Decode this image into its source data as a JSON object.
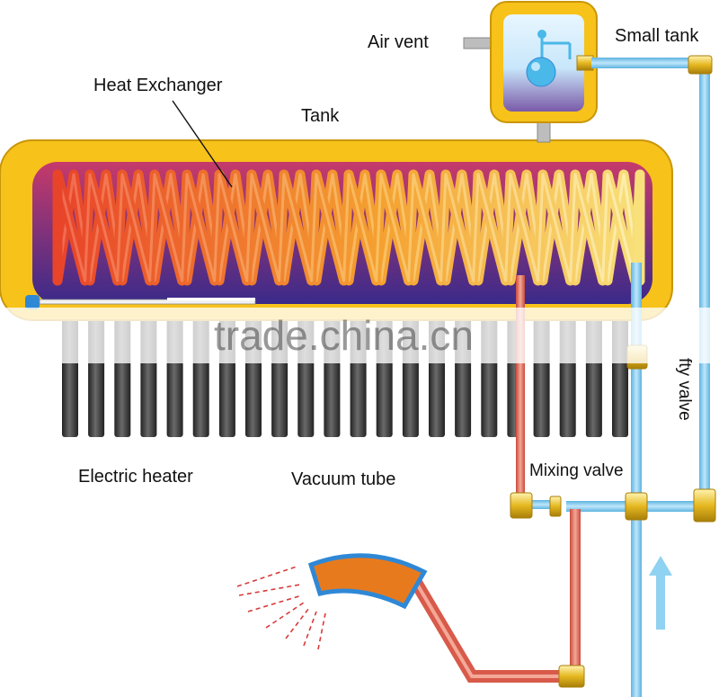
{
  "labels": {
    "air_vent": "Air vent",
    "small_tank": "Small tank",
    "heat_exchanger": "Heat Exchanger",
    "tank": "Tank",
    "electric_heater": "Electric heater",
    "vacuum_tube": "Vacuum tube",
    "mixing_valve": "Mixing valve",
    "safety_valve": "fty valve"
  },
  "watermark": "trade.china.cn",
  "colors": {
    "tank_shell": "#f7c21a",
    "tank_outline": "#c9960a",
    "tank_interior_top": "#c63a6a",
    "tank_interior_bottom": "#3a2a8a",
    "coil_hot": "#e8442a",
    "coil_warm": "#f5a030",
    "coil_cool": "#f8e07a",
    "vacuum_tube_dark": "#333333",
    "cold_pipe": "#7ec8ec",
    "hot_pipe": "#e06a5a",
    "fitting": "#e5b820",
    "shower_head": "#e87a1e",
    "shower_rim": "#2f88d6",
    "spray": "#d83a3a",
    "arrow": "#8fd2f2",
    "float_ball": "#4ab8e8"
  },
  "counts": {
    "vacuum_tubes": 22,
    "coil_loops": 18
  },
  "icons": [
    "float-valve-icon",
    "flow-arrow-up-icon",
    "shower-head-icon",
    "spray-lines-icon"
  ]
}
